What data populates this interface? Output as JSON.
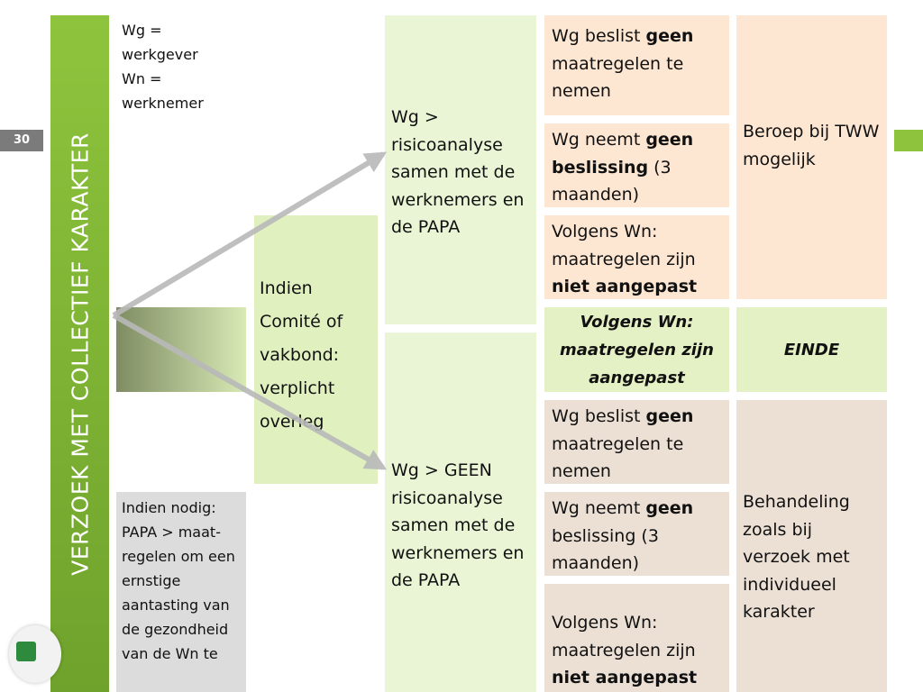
{
  "slide": {
    "number": "30",
    "vertical_title": "VERZOEK MET COLLECTIEF KARAKTER"
  },
  "legend": {
    "line1": "Wg =",
    "line2": "werkgever",
    "line3": "Wn =",
    "line4": "werknemer"
  },
  "gray_box": {
    "text": "Indien nodig: PAPA > maat-regelen om een ernstige aantasting van de gezondheid van de Wn te"
  },
  "comite_box": {
    "line1": "Indien",
    "line2": "Comité of",
    "line3": "vakbond:",
    "line4": "verplicht",
    "line5": "overleg"
  },
  "upper_branch": {
    "text": "Wg > risicoanalyse samen met de werknemers en de PAPA"
  },
  "lower_branch": {
    "text": "Wg > GEEN risicoanalyse samen met de werknemers en de PAPA"
  },
  "upper_outcomes": [
    {
      "pre": "Wg beslist ",
      "bold": "geen",
      "post": " maatregelen te nemen"
    },
    {
      "pre": "Wg neemt ",
      "bold": "geen beslissing",
      "post": " (3 maanden)"
    },
    {
      "pre": "Volgens Wn: maatregelen zijn ",
      "bold": "niet aangepast",
      "post": ""
    }
  ],
  "middle_outcome": {
    "text": "Volgens Wn: maatregelen zijn aangepast",
    "end": "EINDE"
  },
  "lower_outcomes": [
    {
      "pre": "Wg beslist ",
      "bold": "geen",
      "post": " maatregelen te nemen"
    },
    {
      "pre": "Wg neemt ",
      "bold": "geen",
      "post": " beslissing (3 maanden)"
    },
    {
      "pre": "Volgens Wn: maatregelen zijn ",
      "bold": "niet aangepast",
      "post": ""
    }
  ],
  "right_upper": {
    "text": "Beroep bij TWW mogelijk"
  },
  "right_lower": {
    "text": "Behandeling zoals bij verzoek met individueel karakter"
  },
  "colors": {
    "green": "#8ec43d",
    "light_green": "#e4f1c4",
    "peach": "#fde6d2",
    "beige": "#ece0d5",
    "gray": "#dcdcdc",
    "arrow": "#b9b9b9"
  }
}
